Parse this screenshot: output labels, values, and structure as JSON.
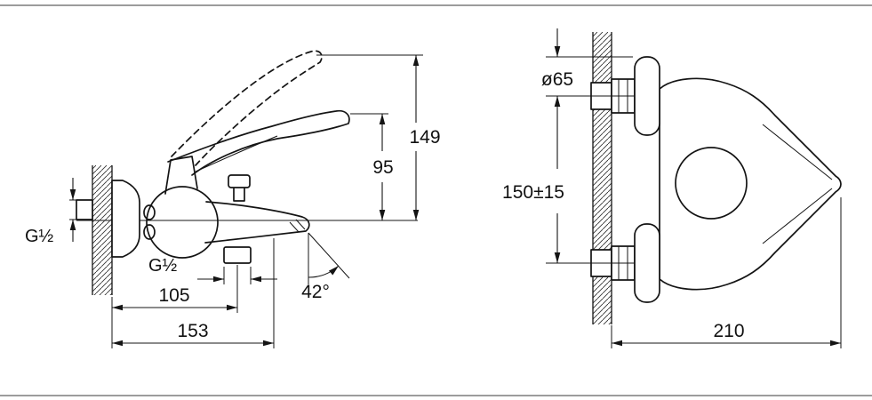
{
  "drawing": {
    "ink_color": "#141414",
    "side_view": {
      "height_total": "149",
      "height_lever": "95",
      "thread_inlet": "G½",
      "thread_outlet": "G½",
      "depth_outlet": "105",
      "depth_total": "153",
      "spout_angle": "42°"
    },
    "front_view": {
      "flange_diameter": "ø65",
      "inlet_spacing": "150±15",
      "width_total": "210"
    }
  }
}
